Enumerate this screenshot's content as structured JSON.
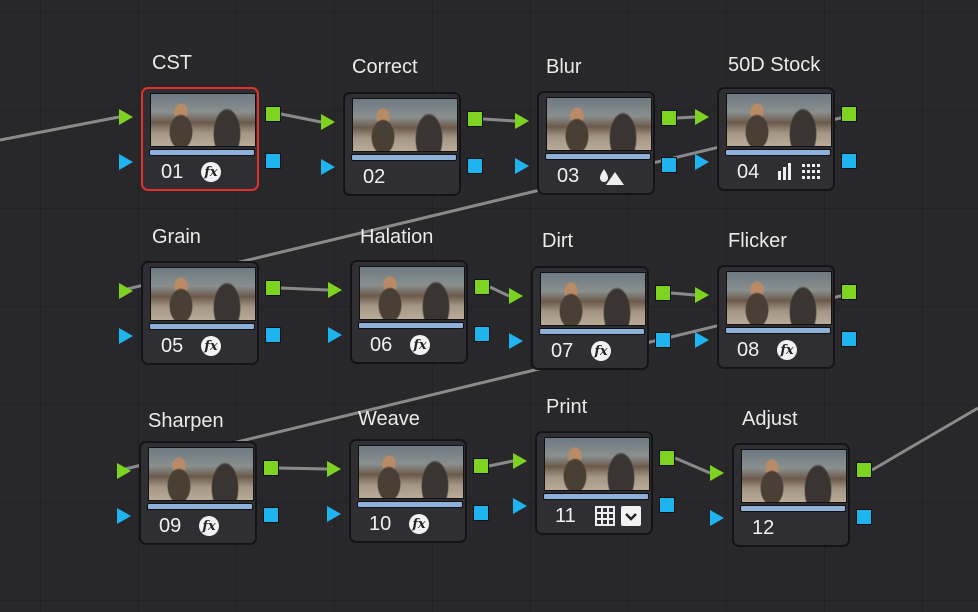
{
  "colors": {
    "rgb": "#7ed321",
    "alpha": "#1eb4f0",
    "selected": "#e0312f",
    "wire": "#8a8a8a"
  },
  "nodes": [
    {
      "label": "CST",
      "number": "01",
      "icons": [
        "fx-icon"
      ],
      "selected": true
    },
    {
      "label": "Correct",
      "number": "02",
      "icons": []
    },
    {
      "label": "Blur",
      "number": "03",
      "icons": [
        "blur-icon"
      ]
    },
    {
      "label": "50D Stock",
      "number": "04",
      "icons": [
        "bars-icon",
        "dots-grid-icon"
      ]
    },
    {
      "label": "Grain",
      "number": "05",
      "icons": [
        "fx-icon"
      ]
    },
    {
      "label": "Halation",
      "number": "06",
      "icons": [
        "fx-icon"
      ]
    },
    {
      "label": "Dirt",
      "number": "07",
      "icons": [
        "fx-icon"
      ]
    },
    {
      "label": "Flicker",
      "number": "08",
      "icons": [
        "fx-icon"
      ]
    },
    {
      "label": "Sharpen",
      "number": "09",
      "icons": [
        "fx-icon"
      ]
    },
    {
      "label": "Weave",
      "number": "10",
      "icons": [
        "fx-icon"
      ]
    },
    {
      "label": "Print",
      "number": "11",
      "icons": [
        "grid-icon",
        "checkbox-icon"
      ]
    },
    {
      "label": "Adjust",
      "number": "12",
      "icons": []
    }
  ],
  "fx_glyph": "fx"
}
